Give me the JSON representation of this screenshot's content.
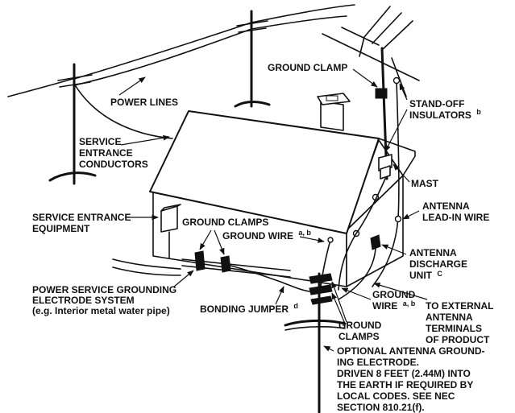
{
  "labels": {
    "power_lines": "POWER LINES",
    "service_entrance_conductors": [
      "SERVICE",
      "ENTRANCE",
      "CONDUCTORS"
    ],
    "service_entrance_equipment": [
      "SERVICE ENTRANCE",
      "EQUIPMENT"
    ],
    "ground_clamps_top": "GROUND CLAMPS",
    "ground_wire_top": "GROUND WIRE",
    "ground_wire_top_sup": "a, b",
    "power_service_grounding": [
      "POWER SERVICE GROUNDING",
      "ELECTRODE SYSTEM"
    ],
    "power_service_grounding_note": "(e.g. Interior metal water pipe)",
    "bonding_jumper": "BONDING JUMPER",
    "bonding_jumper_sup": "d",
    "ground_clamp": "GROUND CLAMP",
    "standoff_insulators": [
      "STAND-OFF",
      "INSULATORS"
    ],
    "standoff_insulators_sup": "b",
    "mast": "MAST",
    "antenna_leadin_wire": [
      "ANTENNA",
      "LEAD-IN WIRE"
    ],
    "antenna_discharge_unit": [
      "ANTENNA",
      "DISCHARGE",
      "UNIT"
    ],
    "antenna_discharge_unit_sup": "C",
    "ground_wire_right": [
      "GROUND",
      "WIRE"
    ],
    "ground_wire_right_sup": "a, b",
    "ground_clamps_bottom": [
      "GROUND",
      "CLAMPS"
    ],
    "to_external": [
      "TO EXTERNAL",
      "ANTENNA",
      "TERMINALS",
      "OF PRODUCT"
    ],
    "optional_electrode": [
      "OPTIONAL ANTENNA GROUND-",
      "ING ELECTRODE.",
      "DRIVEN 8 FEET (2.44M) INTO",
      "THE EARTH IF  REQUIRED BY",
      "LOCAL CODES. SEE NEC",
      "SECTION 810.21(f)."
    ]
  }
}
